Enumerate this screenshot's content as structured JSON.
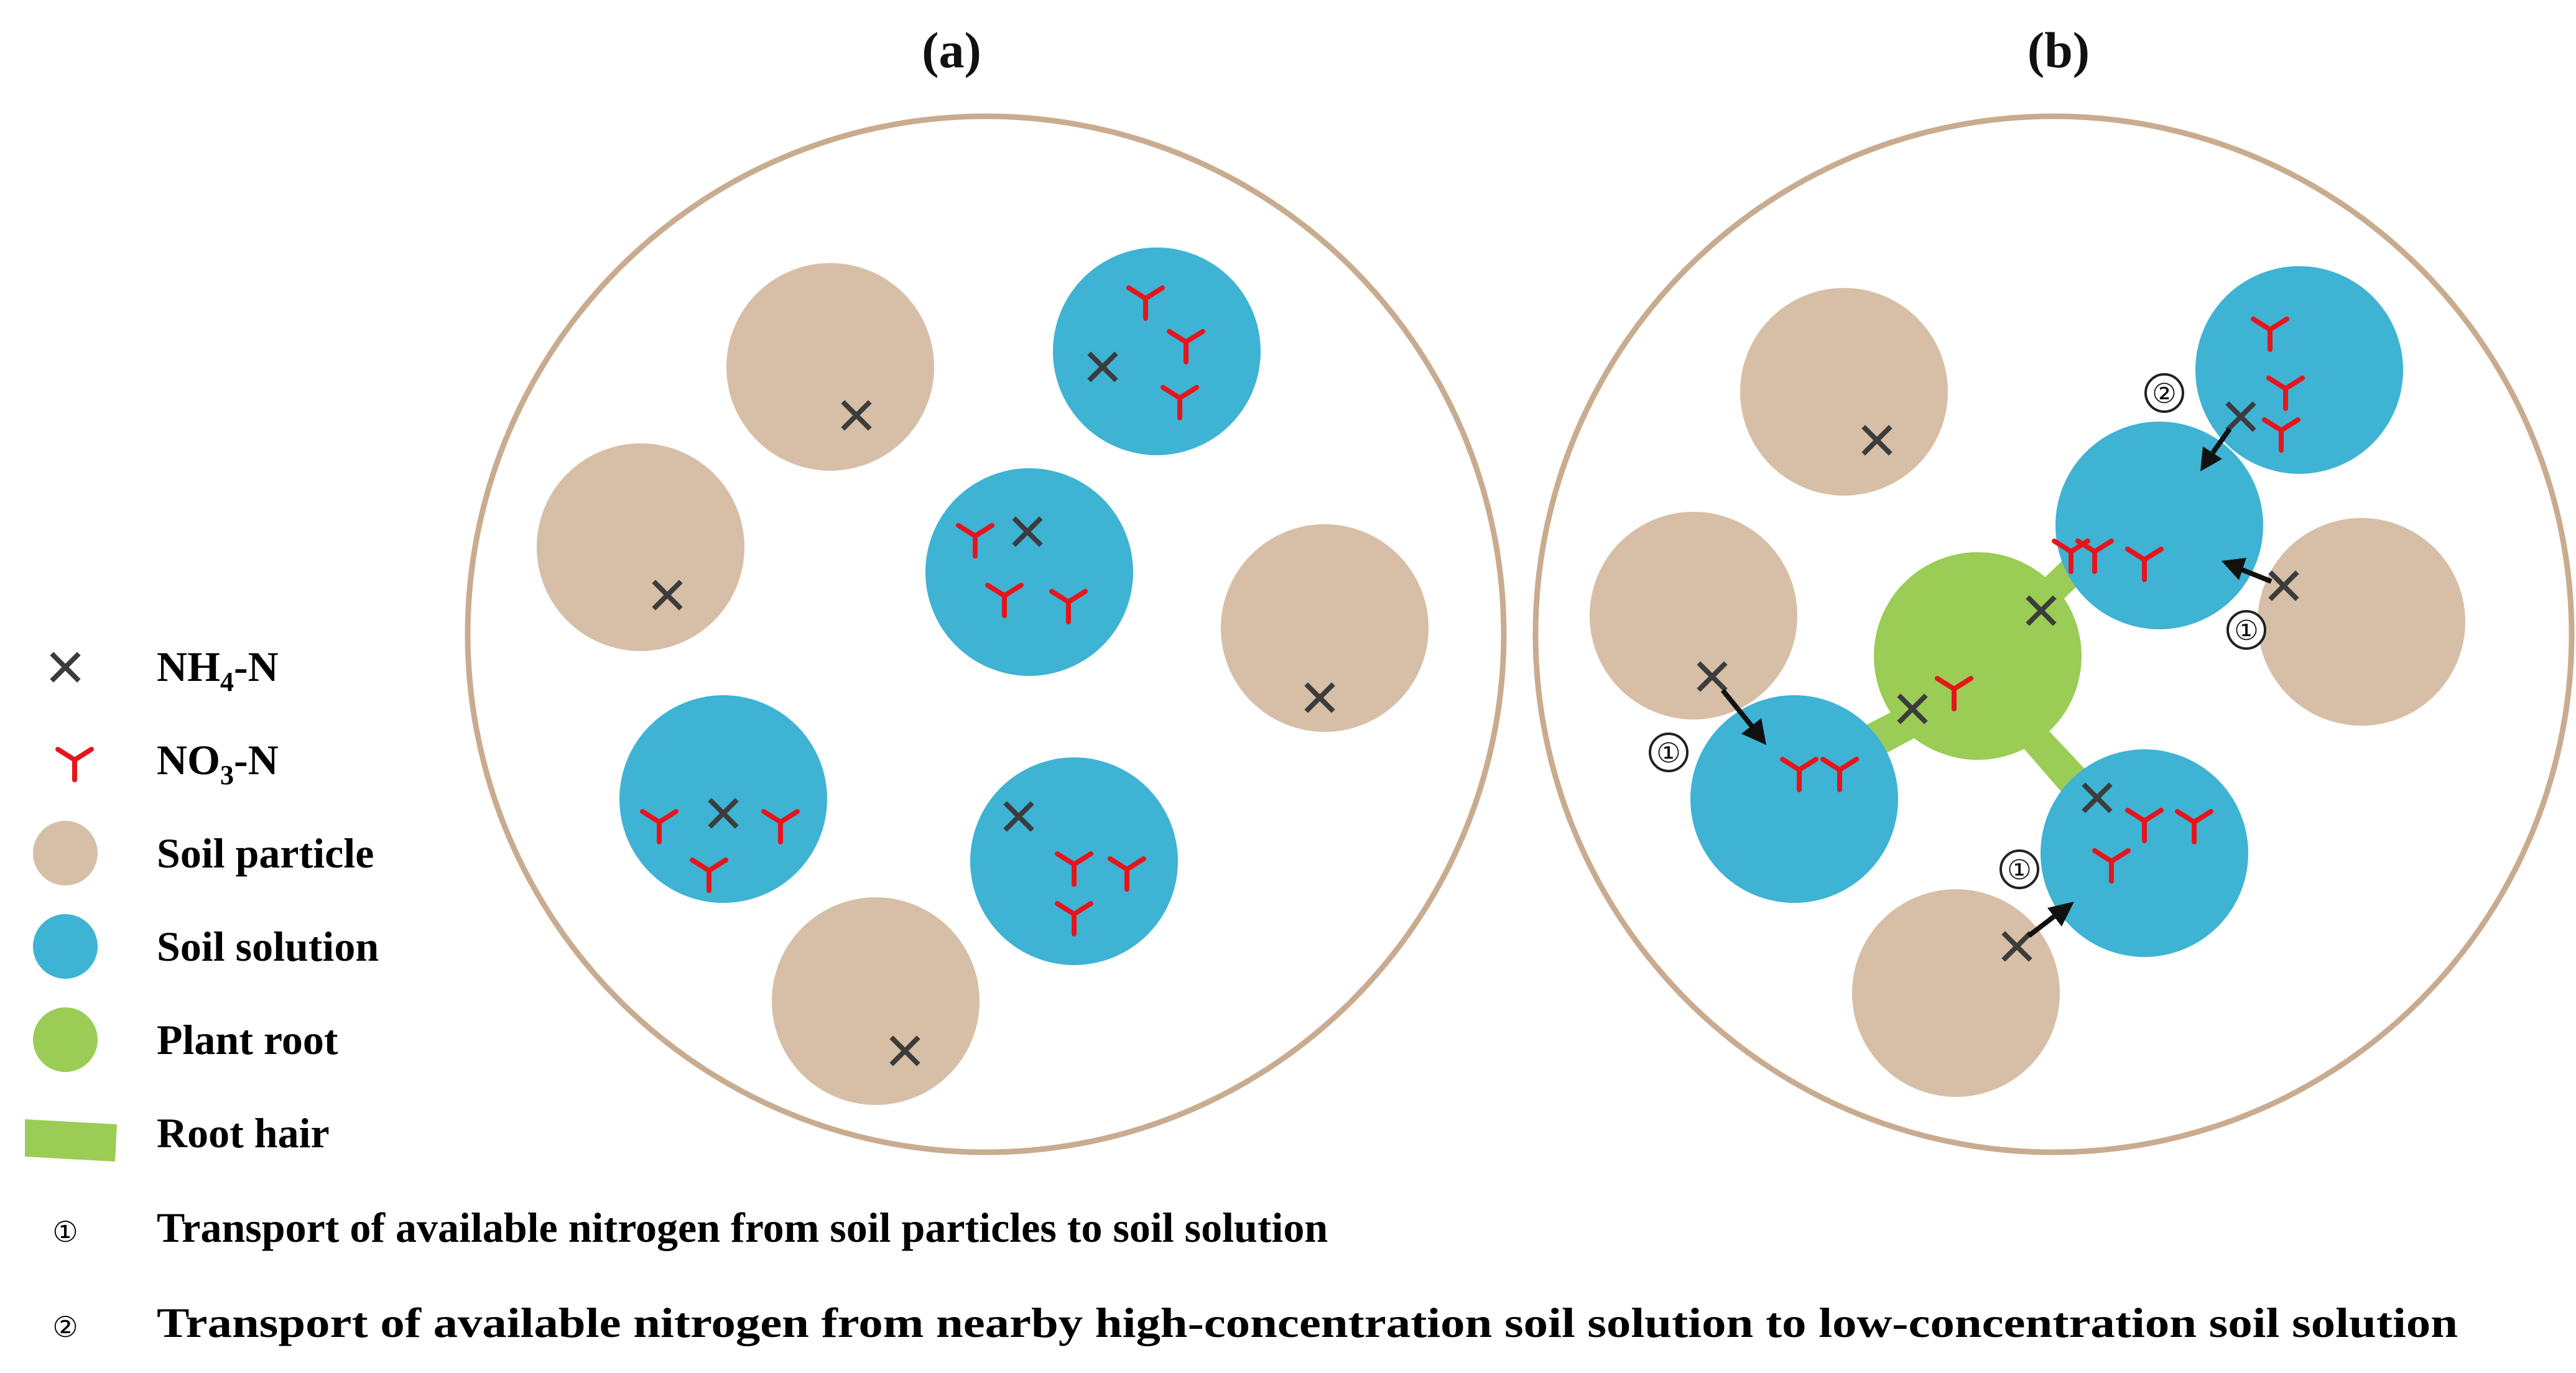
{
  "panels": {
    "a": {
      "label": "(a)"
    },
    "b": {
      "label": "(b)"
    }
  },
  "legend": {
    "nh4": {
      "main": "NH",
      "sub": "4",
      "rest": "-N"
    },
    "no3": {
      "main": "NO",
      "sub": "3",
      "rest": "-N"
    },
    "soil_particle": "Soil particle",
    "soil_solution": "Soil solution",
    "plant_root": "Plant root",
    "root_hair": "Root hair",
    "transport_1": {
      "symbol": "①",
      "text": "Transport of available nitrogen from soil particles to soil solution"
    },
    "transport_2": {
      "symbol": "②",
      "text": "Transport of available nitrogen from nearby high-concentration soil solution to low-concentration soil solution"
    }
  },
  "markers": {
    "one": "①",
    "two": "②"
  },
  "colors": {
    "boundary": "#c9ab8f",
    "soil_particle": "#d6bfa6",
    "soil_solution": "#3eb3d4",
    "plant_root": "#9bcc55",
    "nh4_mark": "#3c3c3c",
    "no3_mark": "#e8141b"
  }
}
